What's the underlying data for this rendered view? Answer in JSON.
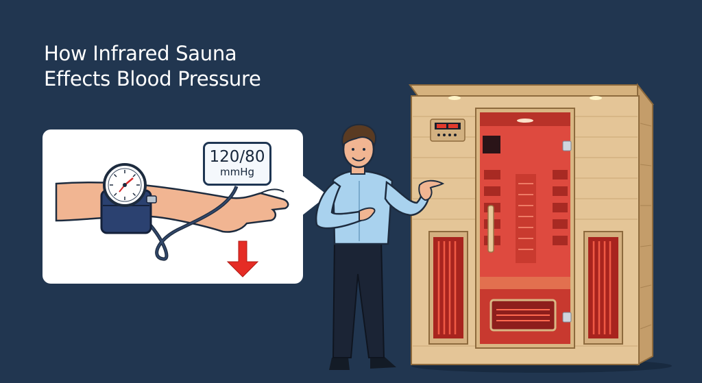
{
  "title": {
    "line1": "How Infrared Sauna",
    "line2": "Effects Blood Pressure"
  },
  "bp_reading": {
    "value": "120/80",
    "unit": "mmHg"
  },
  "icons": {
    "gauge": "pressure-gauge-icon",
    "arrow": "down-arrow-icon"
  },
  "colors": {
    "background": "#213650",
    "panel": "#ffffff",
    "arrow": "#e52c25",
    "infrared": "#e5473e",
    "wood": "#e4c597"
  }
}
